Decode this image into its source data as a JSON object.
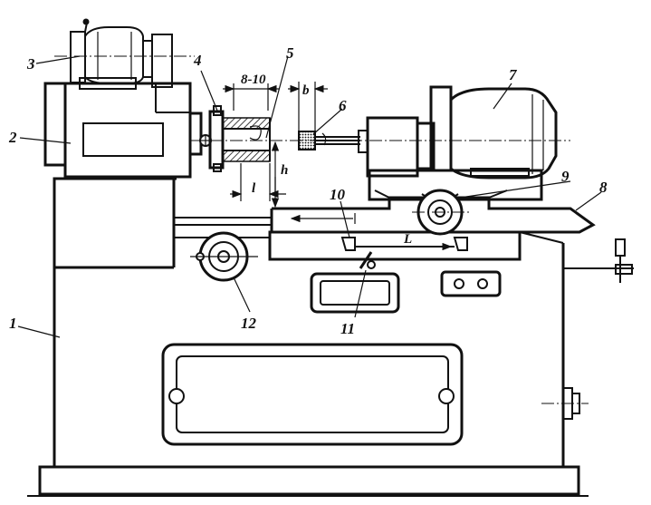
{
  "labels": {
    "n1": "1",
    "n2": "2",
    "n3": "3",
    "n4": "4",
    "n5": "5",
    "n6": "6",
    "n7": "7",
    "n8": "8",
    "n9": "9",
    "n10": "10",
    "n11": "11",
    "n12": "12"
  },
  "dimensions": {
    "range": "8-10",
    "b": "b",
    "h": "h",
    "l": "l",
    "L": "L"
  }
}
